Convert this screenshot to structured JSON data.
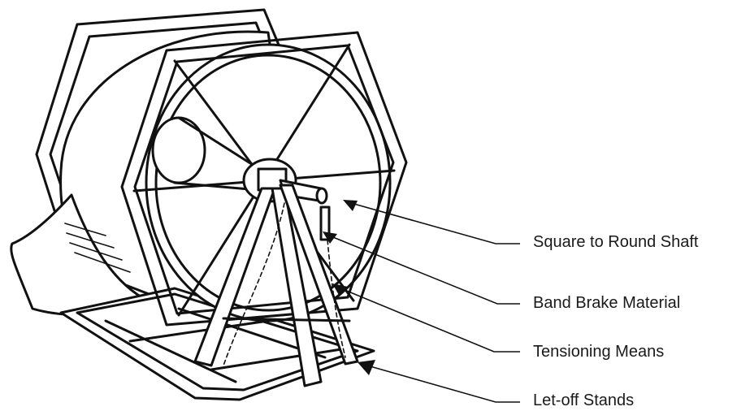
{
  "callouts": [
    {
      "id": "square-to-round-shaft",
      "text": "Square to Round Shaft"
    },
    {
      "id": "band-brake-material",
      "text": "Band Brake Material"
    },
    {
      "id": "tensioning-means",
      "text": "Tensioning Means"
    },
    {
      "id": "let-off-stands",
      "text": "Let-off Stands"
    }
  ]
}
